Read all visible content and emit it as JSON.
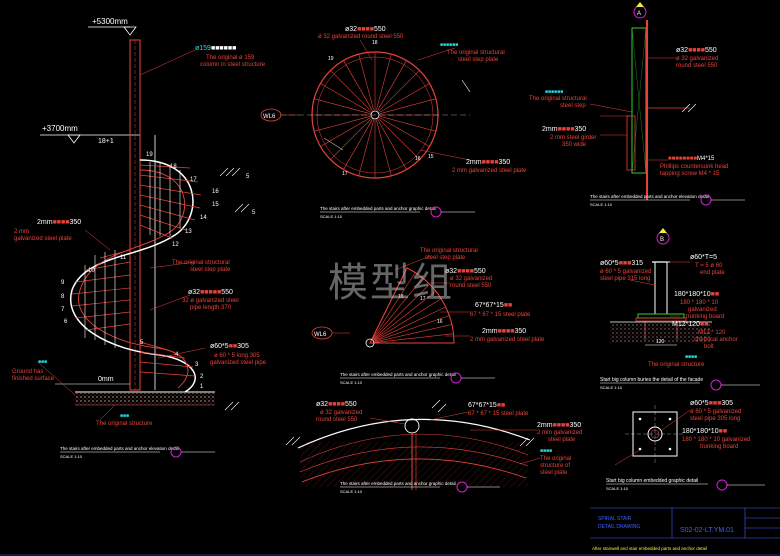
{
  "colors": {
    "bg": "#000000",
    "red": "#e8433a",
    "white": "#ffffff",
    "cyan": "#20e0e0",
    "yellow": "#f0f040",
    "magenta": "#d020d0",
    "green": "#30d030",
    "blue": "#4060ff"
  },
  "watermark": "模型组",
  "stair": {
    "top_level": "+5300mm",
    "mid_level": "+3700mm",
    "step_count_label": "18+1",
    "zero_level": "0mm",
    "pipe_top_code": "ø159",
    "pipe_top_desc1": "The original ø 159",
    "pipe_top_desc2": "column in steel structure",
    "plate_code": "2mm",
    "plate_code2": "350",
    "plate_desc1": "2 mm",
    "plate_desc2": "galvanized steel plate",
    "orig_plate": "The original structural",
    "orig_plate2": "steel step plate",
    "pipe_code": "ø32",
    "pipe_code2": "550",
    "pipe_desc1": "32 ø galvanized steel",
    "pipe_desc2": "pipe length 370",
    "tube_code": "ø60*5",
    "tube_code2": "305",
    "tube_desc1": "ø 60 * 5 long 305",
    "tube_desc2": "galvanized steel pipe",
    "ground_desc1": "Ground has",
    "ground_desc2": "finished surface",
    "orig_struct": "The original structure",
    "numbers": [
      "18",
      "17",
      "16",
      "15",
      "14",
      "13",
      "12",
      "11",
      "10",
      "9",
      "8",
      "7",
      "6",
      "5",
      "4",
      "3",
      "2",
      "1",
      "19"
    ],
    "caption": "The stairs after embedded parts and anchor elevation detail",
    "scale": "SCALE 1:10"
  },
  "plan_top": {
    "code": "ø32",
    "code2": "550",
    "desc": "ø 32 galvanized round steel 550",
    "orig1": "The original structural",
    "orig2": "steel step plate",
    "plate_code": "2mm",
    "plate_code2": "350",
    "plate_desc": "2 mm galvanized steel plate",
    "tag": "WL6",
    "caption": "The stairs after embedded parts and anchor graphic detail",
    "scale": "SCALE 1:10"
  },
  "plan_mid": {
    "orig1": "The original structural",
    "orig2": "steel step plate",
    "code": "ø32",
    "code2": "550",
    "desc1": "ø 32 galvanized",
    "desc2": "round steel 550",
    "angle_code": "67*67*15",
    "angle_desc": "67 * 67 * 15 steel plate",
    "plate_code": "2mm",
    "plate_code2": "350",
    "plate_desc": "2 mm galvanized steel plate",
    "tag": "WL6",
    "caption": "The stairs after embedded parts and anchor graphic detail",
    "scale": "SCALE 1:10"
  },
  "section": {
    "code": "ø32",
    "code2": "550",
    "desc1": "ø 32 galvanized",
    "desc2": "round steel 550",
    "angle_code": "67*67*15",
    "angle_desc": "67 * 67 * 15 steel plate",
    "plate_code": "2mm",
    "plate_code2": "350",
    "plate_desc1": "2 mm galvanized",
    "plate_desc2": "steel plate",
    "orig1": "The original",
    "orig2": "structure of",
    "orig3": "steel plate",
    "caption": "The stairs after embedded parts and anchor graphic detail",
    "scale": "SCALE 1:10"
  },
  "side": {
    "code": "ø32",
    "code2": "550",
    "desc1": "ø 32 galvanized",
    "desc2": "round steel 550",
    "orig1": "The original structural",
    "orig2": "steel step",
    "plate_code": "2mm",
    "plate_code2": "350",
    "plate_desc1": "2 mm steel girder",
    "plate_desc2": "350 wide",
    "screw_code": "M4*15",
    "screw_desc1": "Phillips countersunk head",
    "screw_desc2": "tapping screw M4 * 15",
    "caption": "The stairs after embedded parts and anchor elevation detail",
    "scale": "SCALE 1:10"
  },
  "column": {
    "tube_code": "ø60*5",
    "tube_code2": "315",
    "tube_desc1": "ø 60 * 5 galvanized",
    "tube_desc2": "steel pipe 315 long",
    "plate_code": "ø60*T=5",
    "plate_desc1": "T = 5 ø 60",
    "plate_desc2": "end plate",
    "stiff_code": "180*180*10",
    "stiff_desc1": "180 * 180 * 10",
    "stiff_desc2": "galvanized",
    "stiff_desc3": "trunking board",
    "bolt_code": "M12*120",
    "bolt_desc1": "M12 * 120",
    "bolt_desc2": "chemical anchor",
    "bolt_desc3": "bolt",
    "orig": "The original structure",
    "dim": "120",
    "caption": "Start big column buries the detail of the facade",
    "scale": "SCALE 1:10"
  },
  "column_plan": {
    "tube_code": "ø60*5",
    "tube_code2": "305",
    "tube_desc1": "ø 60 * 5 galvanized",
    "tube_desc2": "steel pipe 305 long",
    "stiff_code": "180*180*10",
    "stiff_desc1": "180 * 180 * 10 galvanized",
    "stiff_desc2": "trunking board",
    "caption": "Start big column embedded graphic detail",
    "scale": "SCALE 1:10"
  },
  "title_block": {
    "left1": "SPIRAL STAIR",
    "left2": "DETAIL DRAWING",
    "code": "S02-02-LT.YM.01",
    "note": "After stairwell and stair embedded parts and anchor detail"
  }
}
